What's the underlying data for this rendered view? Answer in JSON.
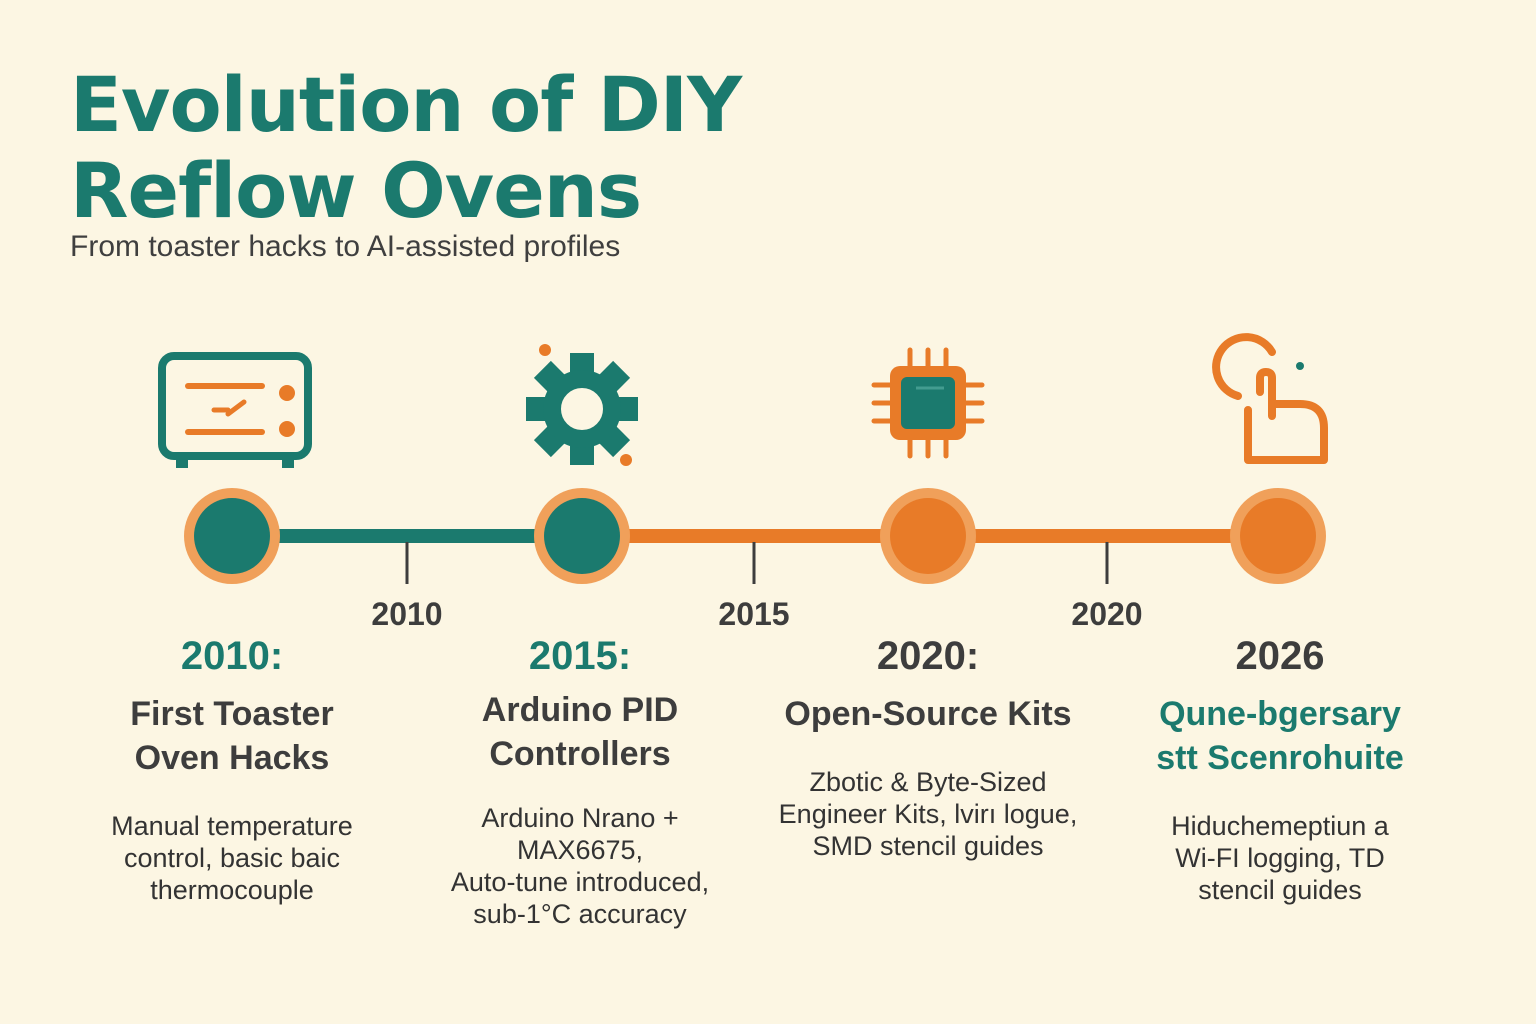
{
  "header": {
    "title_line1": "Evolution of DIY",
    "title_line2": "Reflow Ovens",
    "subtitle": "From toaster hacks to AI-assisted profiles"
  },
  "colors": {
    "teal": "#1b7a6e",
    "orange": "#e87b28",
    "orange_light": "#f0a05a",
    "background": "#fcf6e3",
    "text": "#3d3d3d"
  },
  "axis_ticks": [
    "2010",
    "2015",
    "2020"
  ],
  "milestones": [
    {
      "icon": "toaster-oven-icon",
      "year": "2010:",
      "title_line1": "First Toaster",
      "title_line2": "Oven Hacks",
      "desc_lines": [
        "Manual temperature",
        "control, basic baic",
        "thermocouple"
      ]
    },
    {
      "icon": "gear-icon",
      "year": "2015:",
      "title_line1": "Arduino PID",
      "title_line2": "Controllers",
      "desc_lines": [
        "Arduino Nrano  +",
        "MAX6675,",
        "Auto-tune introduced,",
        "sub-1°C accuracy"
      ]
    },
    {
      "icon": "microchip-icon",
      "year": "2020:",
      "title_line1": "Open-Source Kits",
      "title_line2": "",
      "desc_lines": [
        "Zbotic & Byte-Sized",
        "Engineer Kits, lvirı logue,",
        "SMD stencil guides"
      ]
    },
    {
      "icon": "touch-hand-icon",
      "year": "2026",
      "title_line1": "Qune-bgersary",
      "title_line2": "stt Scenrohuite",
      "desc_lines": [
        "Hiduchemeptiun a",
        "Wi-FI  logging,  TD",
        "stencil guides"
      ]
    }
  ]
}
